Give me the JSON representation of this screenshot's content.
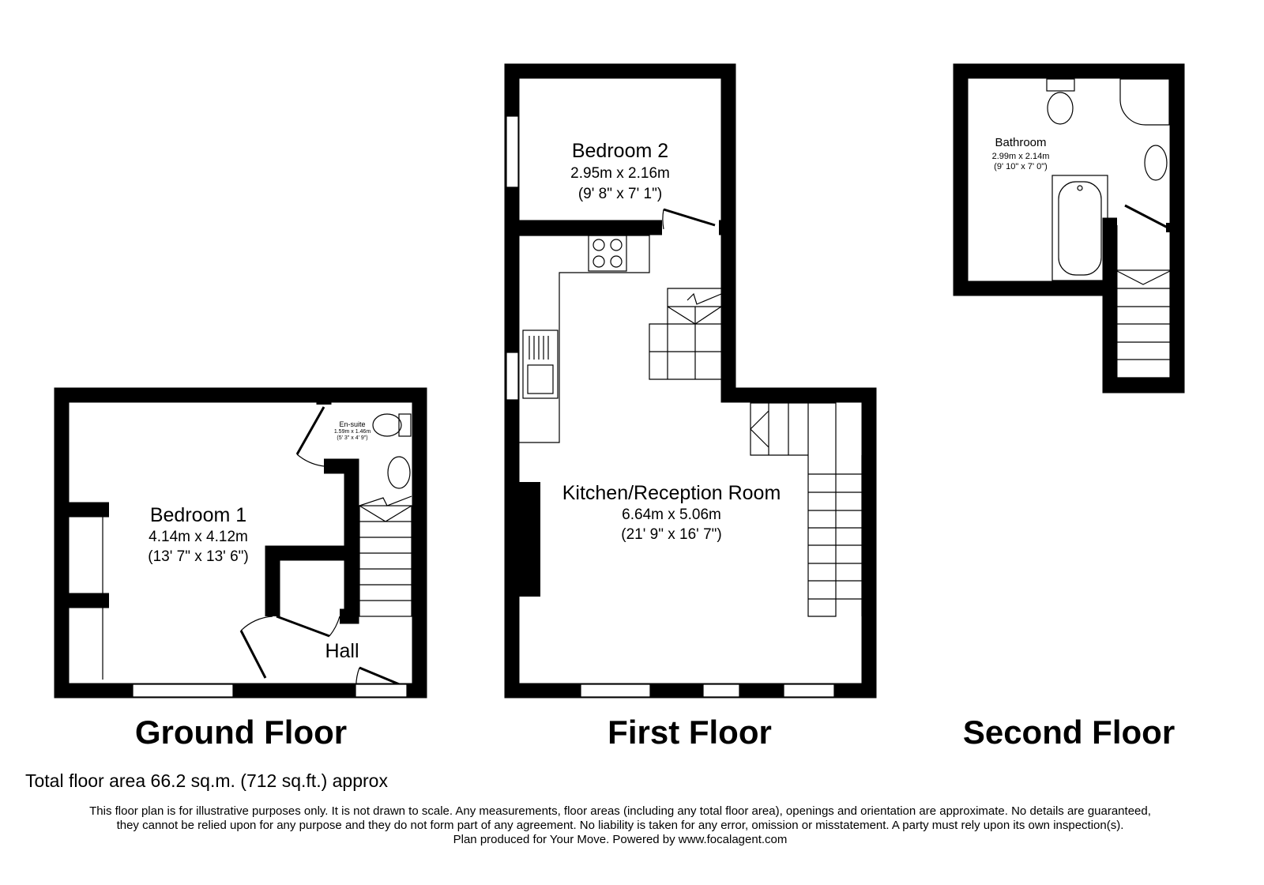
{
  "rooms": {
    "bedroom1": {
      "name": "Bedroom 1",
      "metric": "4.14m x 4.12m",
      "imperial": "(13' 7\" x 13' 6\")"
    },
    "ensuite": {
      "name": "En-suite",
      "metric": "1.59m x 1.46m",
      "imperial": "(5' 3\" x 4' 9\")"
    },
    "hall": {
      "name": "Hall"
    },
    "bedroom2": {
      "name": "Bedroom 2",
      "metric": "2.95m x 2.16m",
      "imperial": "(9' 8\" x 7' 1\")"
    },
    "kitchen": {
      "name": "Kitchen/Reception Room",
      "metric": "6.64m x 5.06m",
      "imperial": "(21' 9\" x 16' 7\")"
    },
    "bathroom": {
      "name": "Bathroom",
      "metric": "2.99m x 2.14m",
      "imperial": "(9' 10\" x 7' 0\")"
    }
  },
  "floors": {
    "ground": "Ground Floor",
    "first": "First Floor",
    "second": "Second Floor"
  },
  "total_area": "Total floor area 66.2 sq.m. (712 sq.ft.) approx",
  "disclaimer": [
    "This floor plan is for illustrative purposes only. It is not drawn to scale. Any measurements, floor areas (including any total floor area), openings and orientation are approximate. No details are guaranteed,",
    "they cannot be relied upon for any purpose and they do not form part of any agreement. No liability is taken for any error, omission or misstatement. A party must rely upon its own inspection(s).",
    "Plan produced for Your Move. Powered by www.focalagent.com"
  ]
}
